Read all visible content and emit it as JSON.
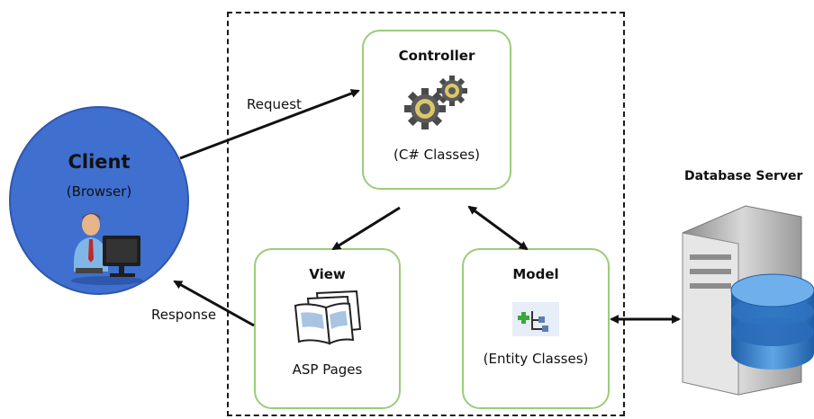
{
  "controller": {
    "title": "Controller",
    "subtitle": "(C# Classes)",
    "icon": "gears-icon"
  },
  "view": {
    "title": "View",
    "subtitle": "ASP Pages",
    "icon": "pages-icon"
  },
  "model": {
    "title": "Model",
    "subtitle": "(Entity Classes)",
    "icon": "entity-icon"
  },
  "client": {
    "title": "Client",
    "subtitle": "(Browser)",
    "icon": "user-at-computer-icon"
  },
  "database": {
    "title": "Database Server",
    "icon": "server-database-icon"
  },
  "arrows": {
    "request": "Request",
    "response": "Response"
  },
  "colors": {
    "box_border": "#9ccc7a",
    "client_fill": "#3f6fcf",
    "database_fill": "#2f78c8"
  }
}
